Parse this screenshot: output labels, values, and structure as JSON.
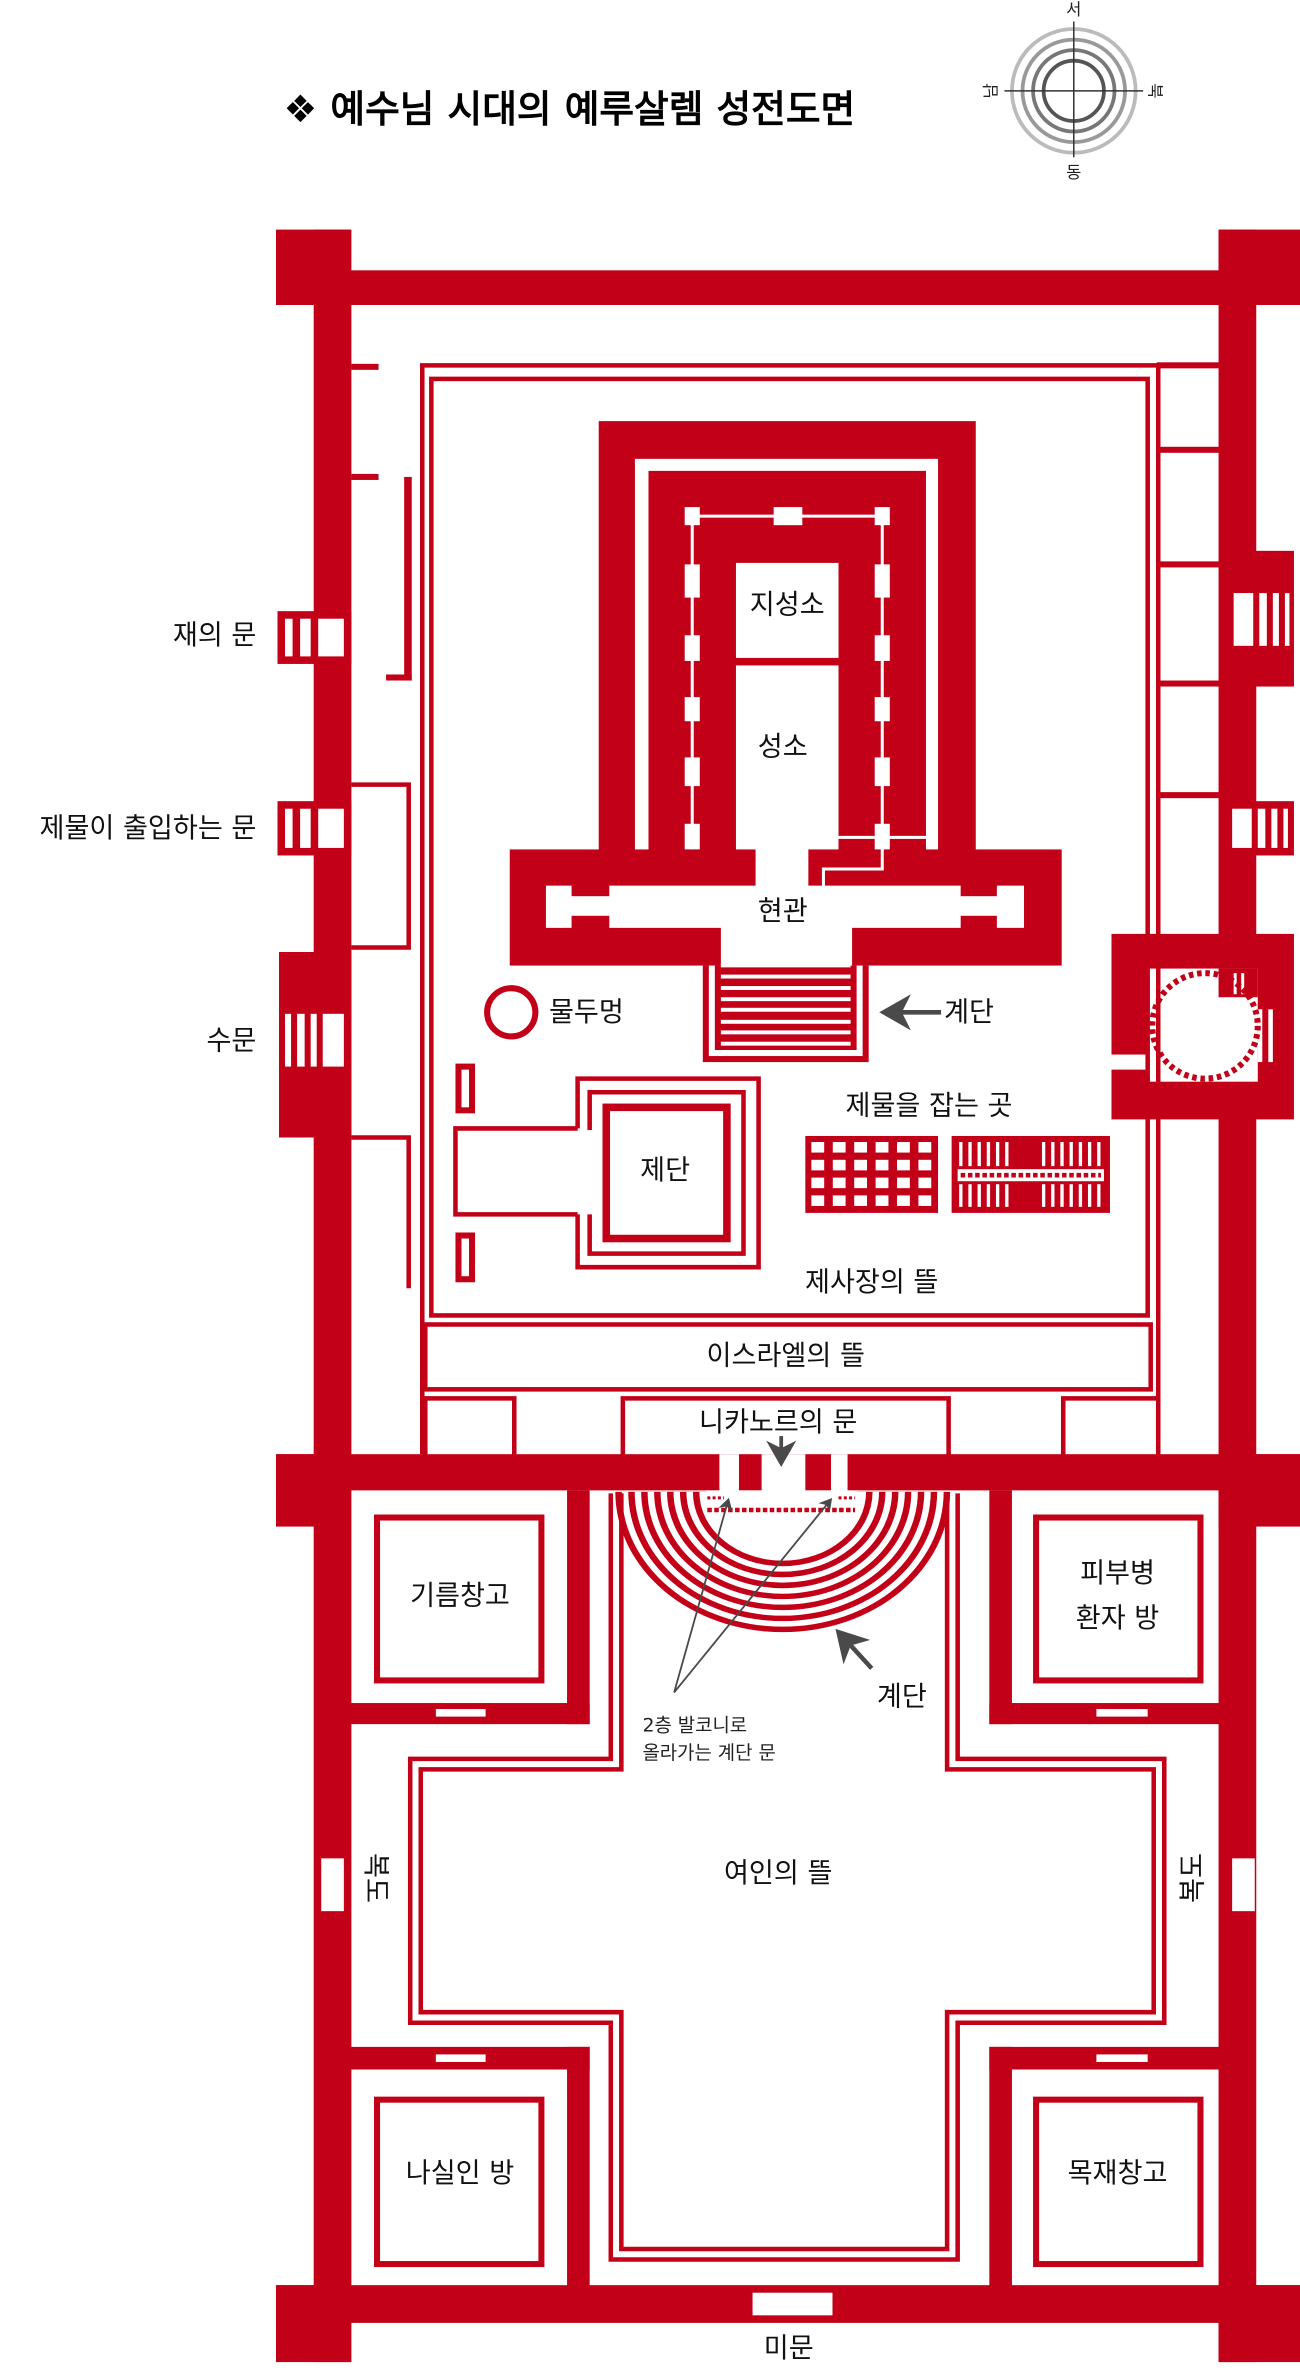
{
  "title": "❖ 예수님 시대의 예루살렘 성전도면",
  "compass": {
    "west": "서",
    "east": "동",
    "south": "남",
    "north": "북"
  },
  "labels": {
    "ash_gate": "재의 문",
    "sacrifice_gate": "제물이 출입하는 문",
    "water_gate": "수문",
    "holy_of_holies": "지성소",
    "holy_place": "성소",
    "porch": "현관",
    "laver": "물두멍",
    "temple_stairs": "계단",
    "altar": "제단",
    "slaughter_place": "제물을 잡는 곳",
    "court_of_priests": "제사장의 뜰",
    "court_of_israel": "이스라엘의 뜰",
    "nicanor_gate": "니카노르의 문",
    "oil_storage": "기름창고",
    "leper_room_line1": "피부병",
    "leper_room_line2": "환자 방",
    "semicircle_stairs": "계단",
    "balcony_note_line1": "2층 발코니로",
    "balcony_note_line2": "올라가는 계단 문",
    "court_of_women": "여인의 뜰",
    "corridor_left": "복도",
    "corridor_right": "복도",
    "nazirite_room": "나실인 방",
    "wood_storage": "목재창고",
    "beautiful_gate": "미문"
  },
  "colors": {
    "wall": "#c20017",
    "arrow": "#4a4a4a"
  }
}
